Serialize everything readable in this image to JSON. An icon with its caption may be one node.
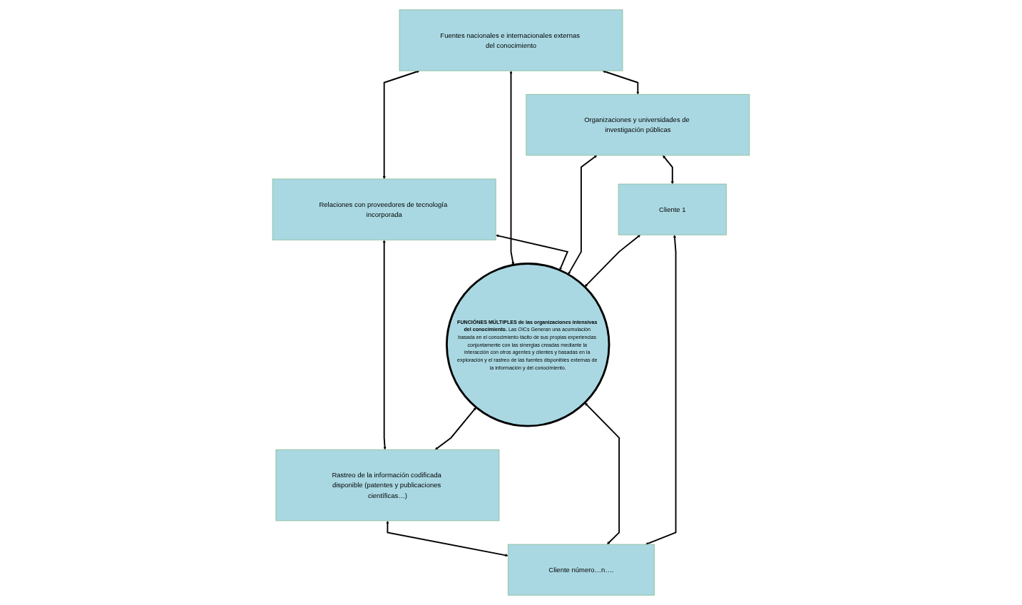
{
  "diagram": {
    "nodes": [
      {
        "text": [
          "Fuentes nacionales e internacionales externas del conocimiento"
        ]
      },
      {
        "text": [
          "Relaciones con proveedores de tecnología incorporada"
        ]
      },
      {
        "text": [
          "Organizaciones y universidades de investigación públicas"
        ]
      },
      {
        "text": [
          "**FUNCIÓNES MÚLTIPLES de las organizaciones intensivas del conocimiento.** Las OICs Generan una acumulación basada en el conocimiento tácito de sus propias experiencias conjuntamente con las sinergias creadas mediante la interacción con otros agentes y clientes y basadas en la exploración y el rastreo de las fuentes disponibles externas de la información y del conocimiento."
        ]
      },
      {
        "text": [
          "Rastreo de la información codificada disponible (patentes y publicaciones científicas…)"
        ]
      },
      {
        "text": [
          "Cliente 1"
        ]
      },
      {
        "text": [
          "Cliente número…n…."
        ]
      }
    ],
    "edges": [
      {
        "from": 0,
        "to": 1,
        "arrow": "both"
      },
      {
        "from": 0,
        "to": 2,
        "arrow": "both"
      },
      {
        "from": 0,
        "to": 3,
        "arrow": "both"
      },
      {
        "from": 1,
        "to": 3,
        "arrow": "both"
      },
      {
        "from": 1,
        "to": 4,
        "arrow": "both"
      },
      {
        "from": 2,
        "to": 3,
        "arrow": "both"
      },
      {
        "from": 3,
        "to": 4,
        "arrow": "both"
      },
      {
        "from": 2,
        "to": 5,
        "arrow": "both"
      },
      {
        "from": 5,
        "to": 3,
        "arrow": "both"
      },
      {
        "from": 4,
        "to": 6,
        "arrow": "both"
      },
      {
        "from": 3,
        "to": 6,
        "arrow": "both"
      },
      {
        "from": 5,
        "to": 6,
        "arrow": "both"
      }
    ]
  }
}
